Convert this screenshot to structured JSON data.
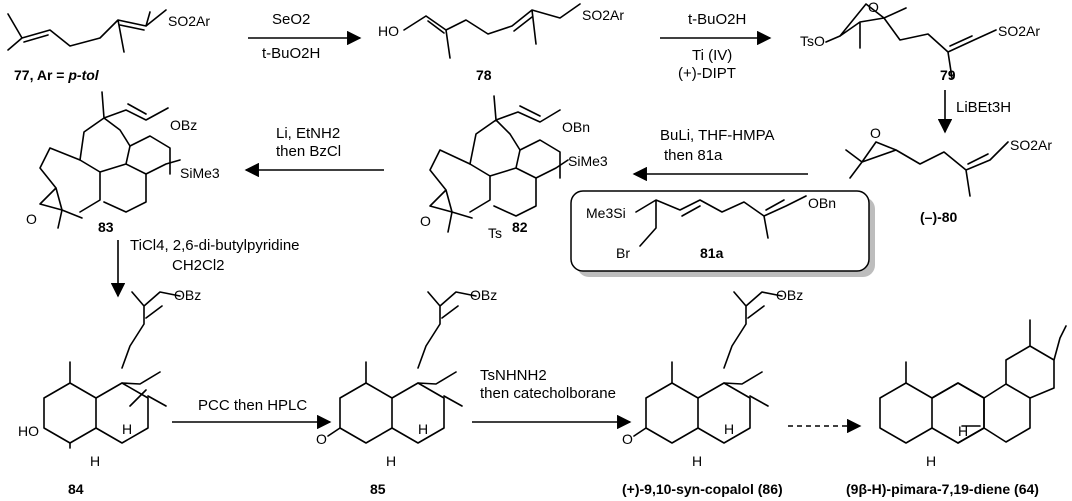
{
  "compounds": {
    "c77": {
      "number": "77, Ar = ",
      "suffix": "p-tol",
      "groups": [
        "SO2Ar"
      ]
    },
    "c78": {
      "number": "78",
      "groups": [
        "HO",
        "SO2Ar"
      ]
    },
    "c79": {
      "number": "79",
      "groups": [
        "TsO",
        "O",
        "SO2Ar"
      ]
    },
    "c80": {
      "number": "(–)-80",
      "groups": [
        "O",
        "SO2Ar"
      ]
    },
    "c81a": {
      "number": "81a",
      "groups": [
        "Me3Si",
        "Br",
        "OBn"
      ]
    },
    "c82": {
      "number": "82",
      "groups": [
        "OBn",
        "SiMe3",
        "O",
        "Ts"
      ]
    },
    "c83": {
      "number": "83",
      "groups": [
        "OBz",
        "SiMe3",
        "O"
      ]
    },
    "c84": {
      "number": "84",
      "groups": [
        "OBz",
        "HO",
        "H",
        "H"
      ]
    },
    "c85": {
      "number": "85",
      "groups": [
        "OBz",
        "O",
        "H",
        "H"
      ]
    },
    "c86": {
      "number": "(+)-9,10-syn-copalol (86)",
      "groups": [
        "OBz",
        "O",
        "H",
        "H"
      ]
    },
    "c64": {
      "number": "(9β-H)-pimara-7,19-diene (64)",
      "groups": [
        "H",
        "H"
      ]
    }
  },
  "reactions": [
    {
      "id": "r1",
      "lines": [
        "SeO2",
        "t-BuO2H"
      ]
    },
    {
      "id": "r2",
      "lines": [
        "t-BuO2H",
        "Ti (IV)",
        "(+)-DIPT"
      ]
    },
    {
      "id": "r3",
      "lines": [
        "LiBEt3H"
      ]
    },
    {
      "id": "r4",
      "lines": [
        "BuLi, THF-HMPA",
        "then 81a"
      ]
    },
    {
      "id": "r5",
      "lines": [
        "Li, EtNH2",
        "then BzCl"
      ]
    },
    {
      "id": "r6",
      "lines": [
        "TiCl4, 2,6-di-butylpyridine",
        "CH2Cl2"
      ]
    },
    {
      "id": "r7",
      "lines": [
        "PCC then HPLC"
      ]
    },
    {
      "id": "r8",
      "lines": [
        "TsNHNH2",
        "then catecholborane"
      ]
    }
  ]
}
